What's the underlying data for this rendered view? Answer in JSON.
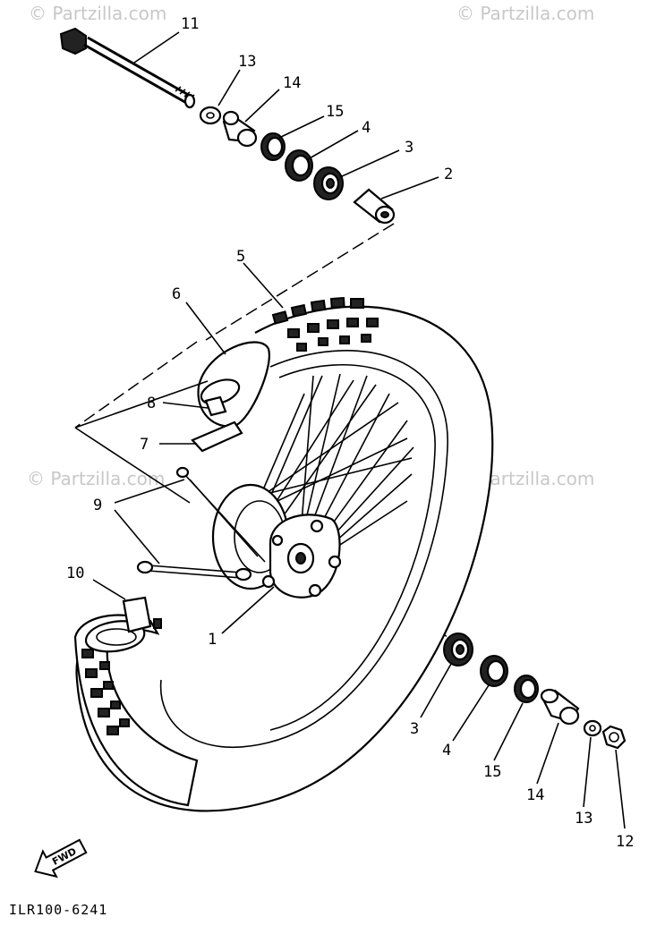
{
  "watermarks": [
    "© Partzilla.com",
    "© Partzilla.com",
    "© Partzilla.com",
    "© Partzilla.com"
  ],
  "callouts": {
    "c1": "1",
    "c2": "2",
    "c3a": "3",
    "c3b": "3",
    "c4a": "4",
    "c4b": "4",
    "c5": "5",
    "c6": "6",
    "c7": "7",
    "c8": "8",
    "c9": "9",
    "c10": "10",
    "c11": "11",
    "c12": "12",
    "c13a": "13",
    "c13b": "13",
    "c14a": "14",
    "c14b": "14",
    "c15a": "15",
    "c15b": "15"
  },
  "fwd_label": "FWD",
  "diagram_code": "ILR100-6241"
}
